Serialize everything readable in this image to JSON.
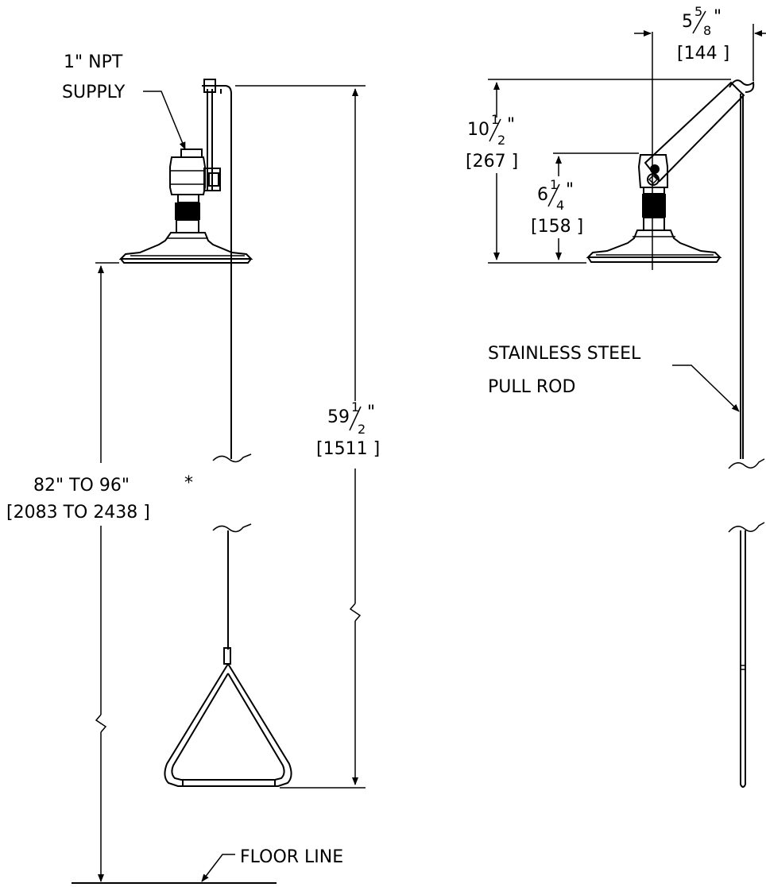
{
  "labels": {
    "supply_line1": "1\" NPT",
    "supply_line2": "SUPPLY",
    "mount_range_in": "82\" TO 96\"",
    "mount_range_asterisk": "*",
    "mount_range_mm": "[2083 TO 2438 ]",
    "height_whole": "59",
    "height_num": "1",
    "height_den": "2",
    "height_inch_mark": "\"",
    "height_mm": "[1511 ]",
    "floor_line": "FLOOR LINE",
    "offset_whole": "5",
    "offset_num": "5",
    "offset_den": "8",
    "offset_inch_mark": "\"",
    "offset_mm": "[144 ]",
    "drop_whole": "10",
    "drop_num": "1",
    "drop_den": "2",
    "drop_inch_mark": "\"",
    "drop_mm": "[267 ]",
    "valve_whole": "6",
    "valve_num": "1",
    "valve_den": "4",
    "valve_inch_mark": "\"",
    "valve_mm": "[158 ]",
    "rod_line1": "STAINLESS STEEL",
    "rod_line2": "PULL ROD"
  }
}
